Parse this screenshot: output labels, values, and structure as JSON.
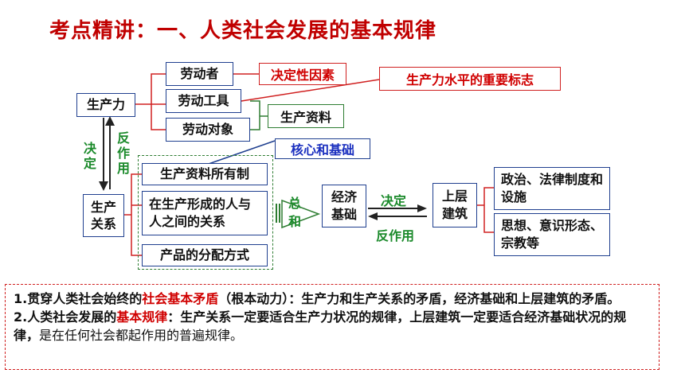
{
  "title": "考点精讲：一、人类社会发展的基本规律",
  "productive_forces": {
    "label": "生产力",
    "items": [
      "劳动者",
      "劳动工具",
      "劳动对象"
    ],
    "decisive_factor": "决定性因素",
    "tool_marker": "生产力水平的重要标志",
    "means_of_production": "生产资料"
  },
  "side_arrows": {
    "decide": "决定",
    "react": "反作用"
  },
  "relations": {
    "label": "生产关系",
    "items": [
      "生产资料所有制",
      "在生产形成的人与人之间的关系",
      "产品的分配方式"
    ],
    "core_label": "核心和基础",
    "sum": "总和"
  },
  "economic_base": "经济基础",
  "mid_arrows": {
    "decide": "决定",
    "react": "反作用"
  },
  "superstructure": {
    "label": "上层建筑",
    "items": [
      "政治、法律制度和设施",
      "思想、意识形态、宗教等"
    ]
  },
  "summary": {
    "line1_prefix": "1.贯穿人类社会始终的",
    "line1_highlight": "社会基本矛盾",
    "line1_rest": "（根本动力）：生产力和生产关系的矛盾，经济基础和上层建筑的矛盾。",
    "line2_prefix": "2.人类社会发展的",
    "line2_highlight": "基本规律",
    "line2_rest": "：生产关系一定要适合生产力状况的规律，上层建筑一定要适合经济基础状况的规律，",
    "line2_tail": "是在任何社会都起作用的普遍规律。"
  },
  "colors": {
    "title": "#c00000",
    "blue_border": "#1f3f8f",
    "red": "#d00000",
    "green": "#1b8a2b"
  }
}
